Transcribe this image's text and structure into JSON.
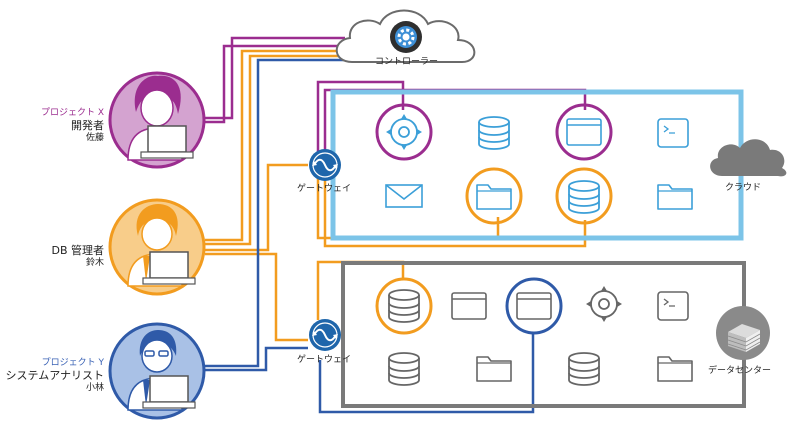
{
  "users": [
    {
      "project": "プロジェクト X",
      "role": "開発者",
      "name": "佐藤",
      "color": "#9b2d8f"
    },
    {
      "project": "",
      "role": "DB 管理者",
      "name": "鈴木",
      "color": "#f29c1f"
    },
    {
      "project": "プロジェクト Y",
      "role": "システムアナリスト",
      "name": "小林",
      "color": "#2f5aa8"
    }
  ],
  "labels": {
    "controller": "コントローラー",
    "gateway_cloud": "ゲートウェイ",
    "gateway_dc": "ゲートウェイ",
    "cloud": "クラウド",
    "datacenter": "データセンター"
  },
  "colors": {
    "purple": "#9b2d8f",
    "orange": "#f29c1f",
    "blue": "#2f5aa8",
    "cloud_box": "#7cc4e8",
    "datacenter_box": "#7a7a7a",
    "icon_cloud": "#3b9fd8",
    "icon_dc": "#666666"
  }
}
